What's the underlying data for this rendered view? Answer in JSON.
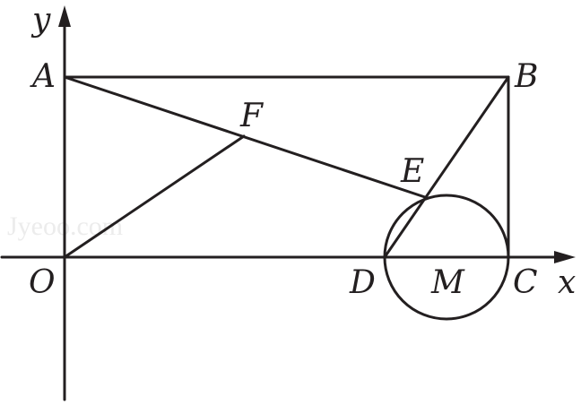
{
  "labels": {
    "y_axis": "y",
    "x_axis": "x",
    "A": "A",
    "B": "B",
    "F": "F",
    "E": "E",
    "O": "O",
    "D": "D",
    "M": "M",
    "C": "C"
  },
  "watermark": "Jyeoo.com",
  "colors": {
    "stroke": "#231f20",
    "watermark": "#ececec"
  }
}
